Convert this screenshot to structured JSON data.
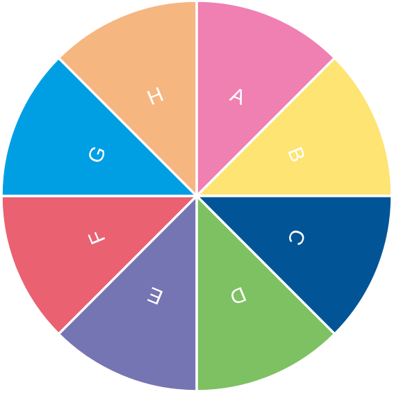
{
  "wheel": {
    "segments": [
      {
        "label": "A",
        "color": "#EF80B1"
      },
      {
        "label": "B",
        "color": "#FEE472"
      },
      {
        "label": "C",
        "color": "#015597"
      },
      {
        "label": "D",
        "color": "#7DC163"
      },
      {
        "label": "E",
        "color": "#7675B3"
      },
      {
        "label": "F",
        "color": "#EA6171"
      },
      {
        "label": "G",
        "color": "#009FE3"
      },
      {
        "label": "H",
        "color": "#F6B680"
      }
    ],
    "divider_color": "#FFFFFF"
  }
}
